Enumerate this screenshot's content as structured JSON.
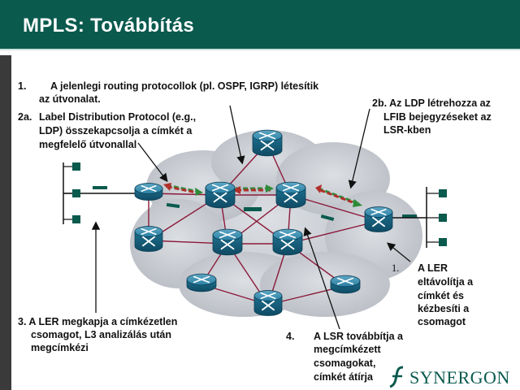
{
  "slide": {
    "title": "MPLS: Továbbítás"
  },
  "annotations": {
    "step1_num": "1.",
    "step1_line1": "A jelenlegi routing protocollok (pl. OSPF, IGRP) létesítik",
    "step1_line2": "az útvonalat.",
    "step2a_num": "2a.",
    "step2a_line1": "Label Distribution Protocol (e.g.,",
    "step2a_line2": "LDP) összekapcsolja a címkét a",
    "step2a_line3": "megfelelő útvonallal",
    "step2b_line1": "2b. Az LDP létrehozza az",
    "step2b_line2": "LFIB bejegyzéseket az",
    "step2b_line3": "LSR-kben",
    "step3_line1": "3. A LER megkapja a címkézetlen",
    "step3_line2": "csomagot, L3 analizálás után",
    "step3_line3": "megcímkézi",
    "step4_num": "4.",
    "step4_line1": "A LSR továbbítja a",
    "step4_line2": "megcímkézett",
    "step4_line3": "csomagokat,",
    "step4_line4": "címkét átírja",
    "step1b_num": "1.",
    "step1b_line1": "A LER",
    "step1b_line2": "eltávolítja a",
    "step1b_line3": "címkét és",
    "step1b_line4": "kézbesíti a",
    "step1b_line5": "csomagot"
  },
  "logo": {
    "text": "SYNERGON"
  },
  "colors": {
    "header": "#0a5a4e",
    "cloud": "#c9ccd1",
    "router": "#1d6f8f",
    "link": "#8b1a3a",
    "arrow_green": "#2e8b3a",
    "arrow_red": "#b0302a",
    "host": "#0a5a4e"
  }
}
